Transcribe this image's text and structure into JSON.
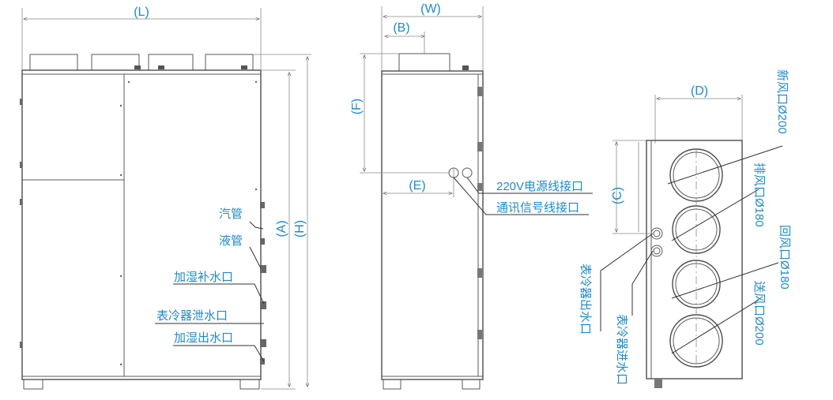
{
  "colors": {
    "label": "#1e8ac9",
    "line": "#4d4d4d"
  },
  "front_view": {
    "dim_L": "(L)",
    "dim_A": "(A)",
    "dim_H": "(H)",
    "labels": {
      "steam_pipe": "汽管",
      "liquid_pipe": "液管",
      "humidify_supply": "加湿补水口",
      "cooler_drain": "表冷器泄水口",
      "humidify_outlet": "加湿出水口"
    }
  },
  "side_view": {
    "dim_W": "(W)",
    "dim_B": "(B)",
    "dim_F": "(F)",
    "dim_E": "(E)",
    "labels": {
      "power_port": "220V电源线接口",
      "signal_port": "通讯信号线接口"
    }
  },
  "back_view": {
    "dim_D": "(D)",
    "dim_C": "(C)",
    "labels": {
      "fresh_air": "新风口Ø200",
      "exhaust_air": "排风口Ø180",
      "return_air": "回风口Ø180",
      "supply_air": "送风口Ø200",
      "cooler_water_out": "表冷器出水口",
      "cooler_water_in": "表冷器进水口"
    }
  }
}
